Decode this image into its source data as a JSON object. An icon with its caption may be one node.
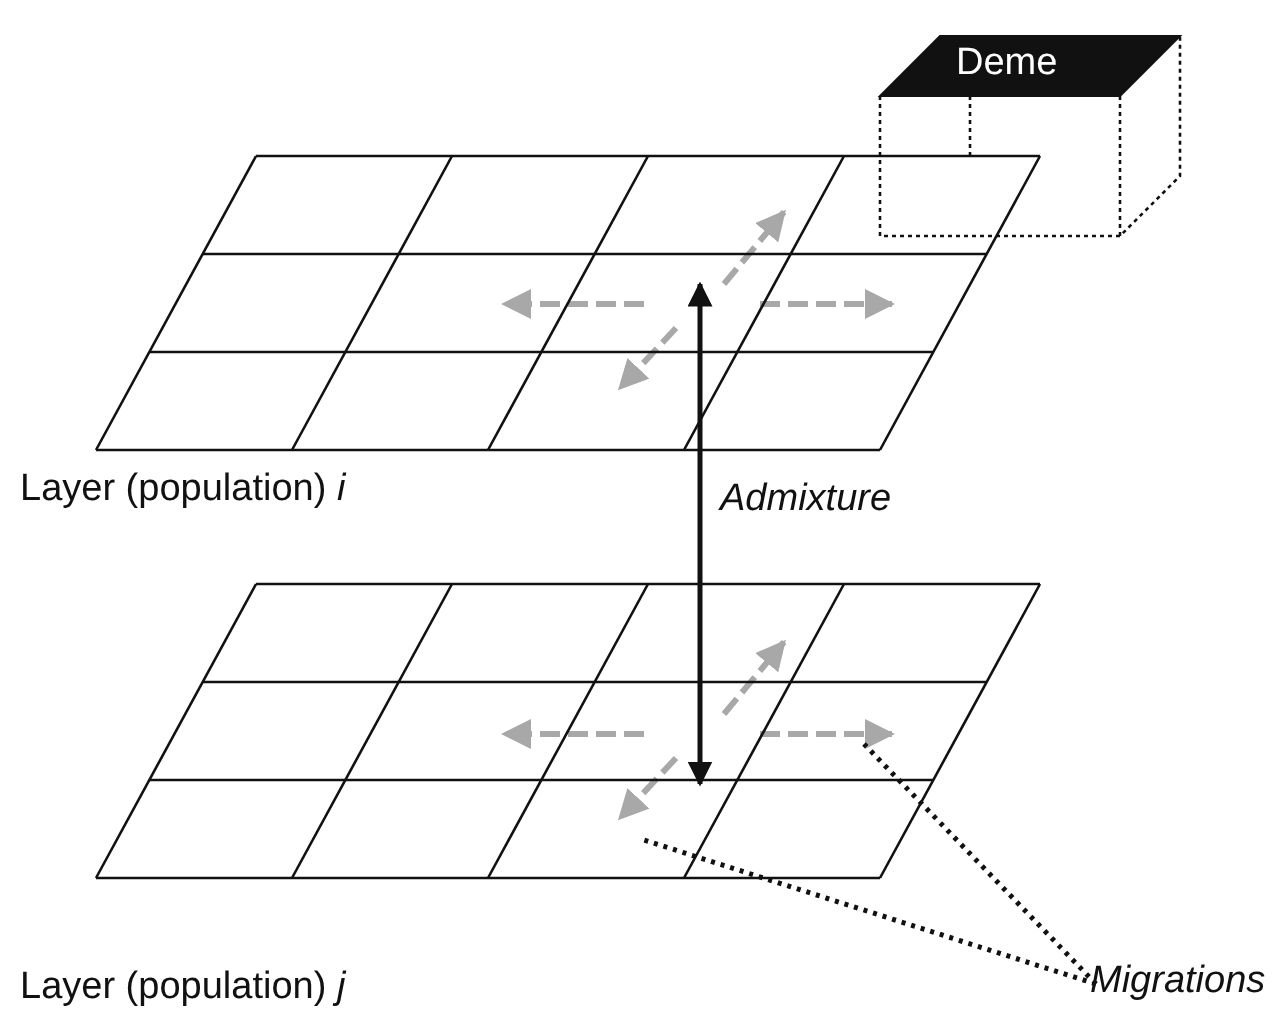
{
  "diagram": {
    "nodes": [
      {
        "text": [
          "Deme"
        ]
      },
      {
        "text": [
          "Layer (population) *i*"
        ]
      },
      {
        "text": [
          "Layer (population) *j*"
        ]
      },
      {
        "text": [
          "Migrations"
        ]
      }
    ],
    "edges": [
      {
        "from": 1,
        "to": 2,
        "arrow": "both",
        "label": "Admixture"
      },
      {
        "from": 3,
        "to": 2,
        "arrow": "none",
        "style": "dashed"
      },
      {
        "from": 3,
        "to": 2,
        "arrow": "none",
        "style": "dashed"
      }
    ]
  }
}
